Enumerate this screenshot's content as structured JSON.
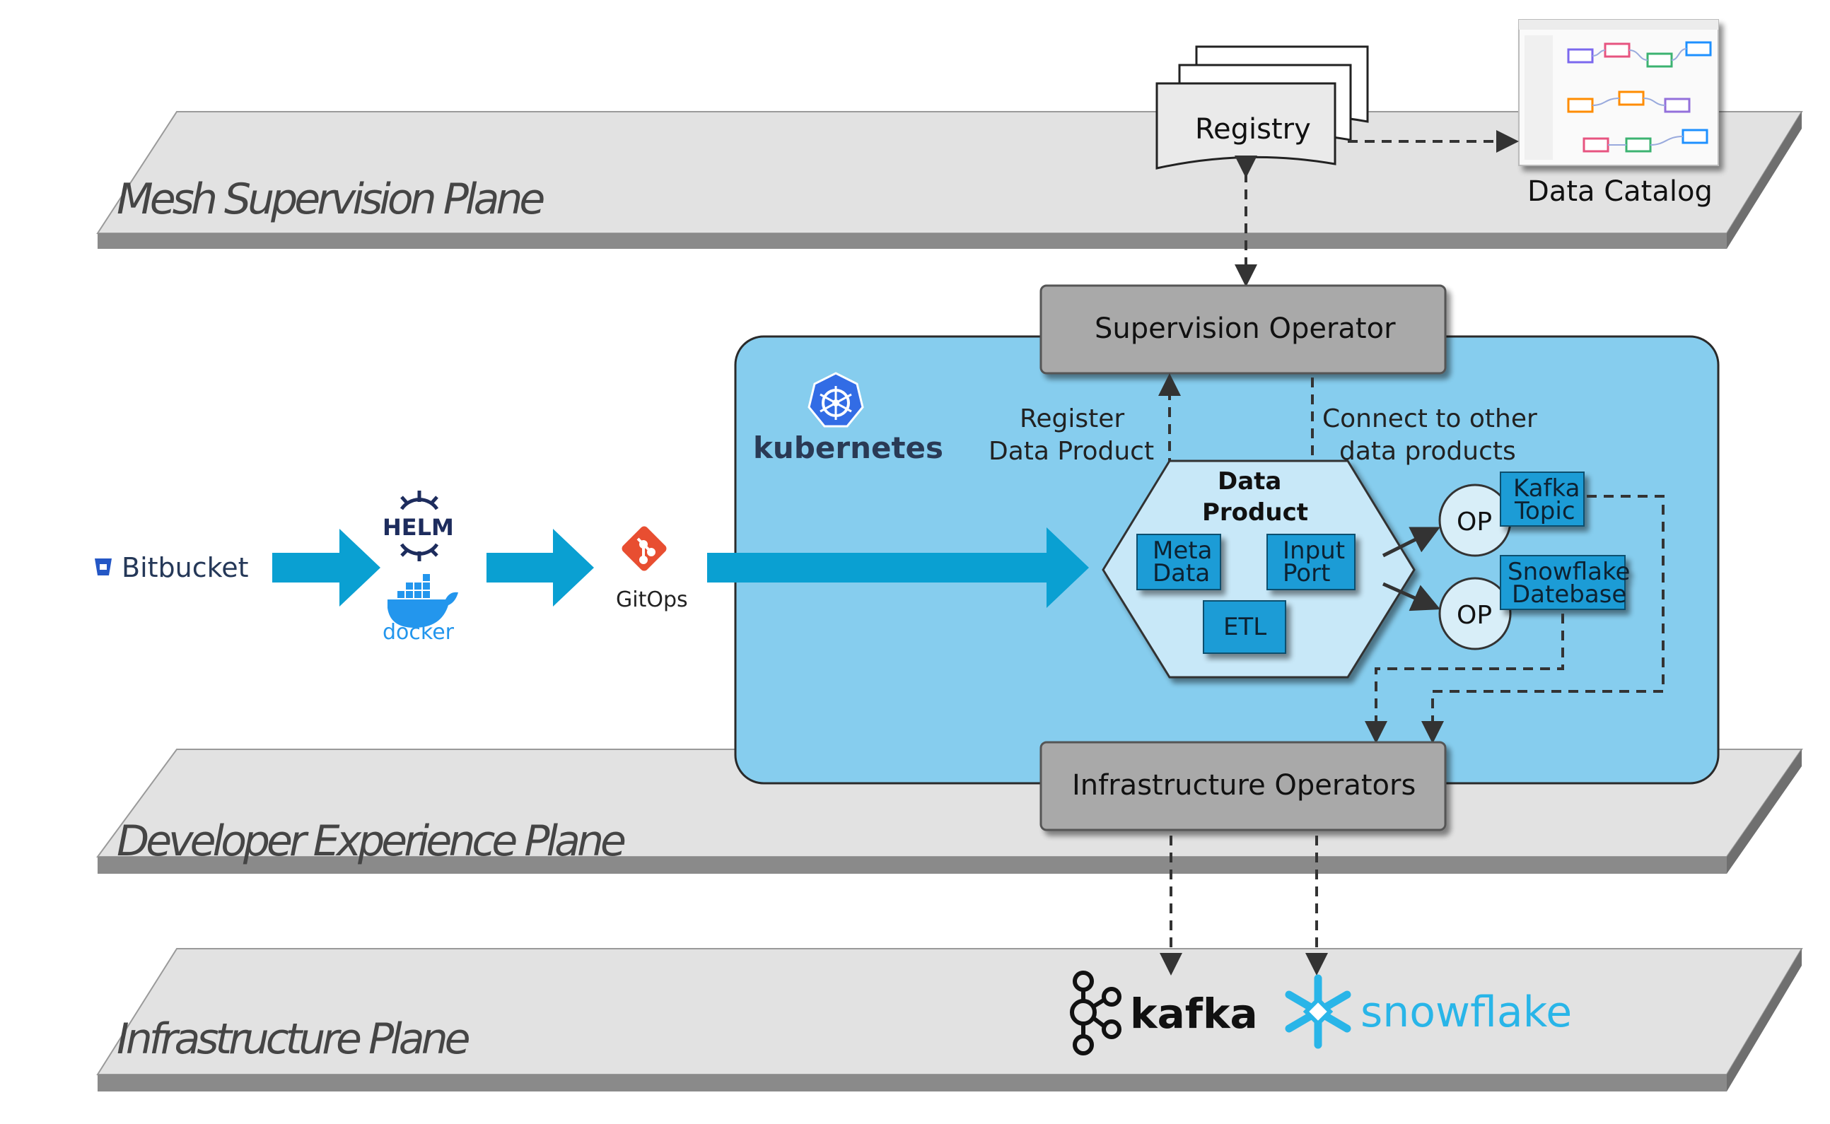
{
  "planes": {
    "mesh": "Mesh Supervision Plane",
    "developer": "Developer Experience Plane",
    "infrastructure": "Infrastructure Plane"
  },
  "registry": "Registry",
  "data_catalog": "Data Catalog",
  "supervision_operator": "Supervision Operator",
  "infrastructure_operators": "Infrastructure Operators",
  "kubernetes": "kubernetes",
  "register_label": [
    "Register",
    "Data Product"
  ],
  "connect_label": [
    "Connect to other",
    "data products"
  ],
  "data_product": [
    "Data",
    "Product"
  ],
  "meta_data": [
    "Meta",
    "Data"
  ],
  "input_port": [
    "Input",
    "Port"
  ],
  "etl": "ETL",
  "op": "OP",
  "kafka_topic": [
    "Kafka",
    "Topic"
  ],
  "snowflake_db": [
    "Snowflake",
    "Datebase"
  ],
  "bitbucket": "Bitbucket",
  "helm": "HELM",
  "docker": "docker",
  "gitops": "GitOps",
  "kafka": "kafka",
  "snowflake": "snowflake",
  "colors": {
    "plane_top": "#e2e2e2",
    "plane_side": "#8a8a8a",
    "k8s_bg": "#86cdee",
    "arrow_blue": "#0aa0d2",
    "operator_box": "#a9a9a9",
    "tag_blue": "#1a9cd6",
    "snowflake_blue": "#29b5e8",
    "kubernetes_blue": "#326ce5",
    "git_red": "#e84e31"
  }
}
